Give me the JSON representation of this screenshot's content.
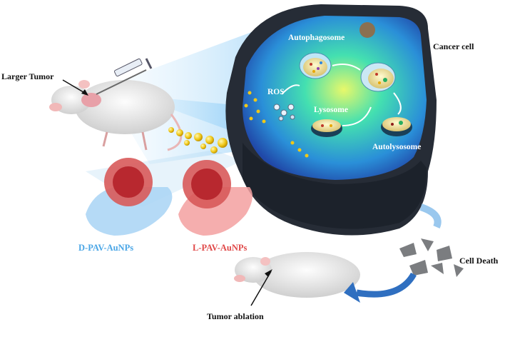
{
  "labels": {
    "larger_tumor": "Larger Tumor",
    "cancer_cell": "Cancer cell",
    "autophagosome": "Autophagosome",
    "ros": "ROS",
    "lysosome": "Lysosome",
    "autolysosome": "Autolysosome",
    "d_pav": "D-PAV-AuNPs",
    "l_pav": "L-PAV-AuNPs",
    "cell_death": "Cell Death",
    "tumor_ablation": "Tumor ablation"
  },
  "colors": {
    "d_pav": "#4aa6e6",
    "l_pav": "#e04848",
    "cell_rim": "#2b3340",
    "cytoplasm": "#35d6c8",
    "nanoparticle": "#e8c21a"
  }
}
